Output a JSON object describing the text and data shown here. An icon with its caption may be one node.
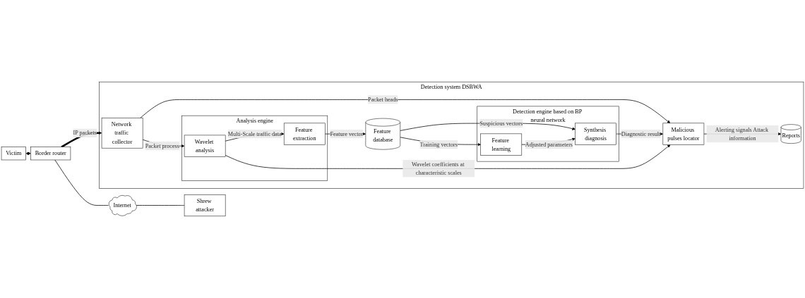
{
  "diagram": {
    "nodes": [
      {
        "text": [
          "Victim"
        ]
      },
      {
        "text": [
          "Border router"
        ]
      },
      {
        "text": [
          "Internet"
        ]
      },
      {
        "text": [
          "Shrew attacker"
        ]
      },
      {
        "text": [
          "Detection system DSBWA"
        ]
      },
      {
        "text": [
          "Network traffic collector"
        ],
        "in": 4
      },
      {
        "text": [
          "Analysis engine"
        ],
        "in": 4
      },
      {
        "text": [
          "Wavelet analysis"
        ],
        "in": 6
      },
      {
        "text": [
          "Feature extraction"
        ],
        "in": 6
      },
      {
        "text": [
          "Feature database"
        ],
        "in": 4
      },
      {
        "text": [
          "Detection engine based on BP neural network"
        ],
        "in": 4
      },
      {
        "text": [
          "Synthesis diagnosis"
        ],
        "in": 10
      },
      {
        "text": [
          "Feature learning"
        ],
        "in": 10
      },
      {
        "text": [
          "Malicious pulses locator"
        ],
        "in": 4
      },
      {
        "text": [
          "Reports"
        ],
        "in": 4
      }
    ],
    "edges": [
      {
        "from": 0,
        "to": 1,
        "arrow": "both",
        "style": "thick"
      },
      {
        "from": 1,
        "to": 2,
        "arrow": "none"
      },
      {
        "from": 2,
        "to": 3,
        "arrow": "none"
      },
      {
        "from": 1,
        "to": 5,
        "arrow": "to",
        "label": "IP packets",
        "style": "thick"
      },
      {
        "from": 5,
        "to": 13,
        "arrow": "to",
        "label": "Packet heads"
      },
      {
        "from": 5,
        "to": 7,
        "arrow": "to",
        "label": "Packet process"
      },
      {
        "from": 7,
        "to": 8,
        "arrow": "to",
        "label": "Multi-Scale traffic data"
      },
      {
        "from": 8,
        "to": 9,
        "arrow": "to",
        "label": "Feature vector"
      },
      {
        "from": 9,
        "to": 11,
        "arrow": "to",
        "label": "Suspicious vectors"
      },
      {
        "from": 9,
        "to": 12,
        "arrow": "to",
        "label": "Training vectors"
      },
      {
        "from": 12,
        "to": 11,
        "arrow": "to",
        "label": "Adjusted parameters"
      },
      {
        "from": 11,
        "to": 13,
        "arrow": "to",
        "label": "Diagnostic result"
      },
      {
        "from": 13,
        "to": 14,
        "arrow": "to",
        "label": "Alerting signals Attack information"
      },
      {
        "from": 7,
        "to": 13,
        "arrow": "to",
        "label": "Wavelet coefficients at characteristic scales"
      }
    ]
  }
}
